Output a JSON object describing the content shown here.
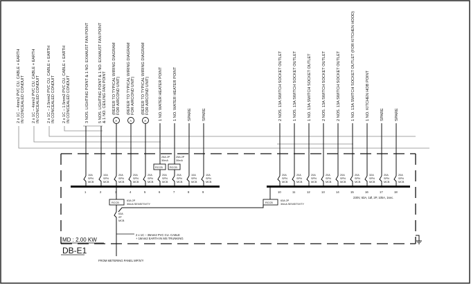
{
  "board": {
    "name": "DB-E1",
    "max_demand": "MD : 2.00 KW",
    "rating": "230V, 63A, 1Ø, 2P, 10kA, 1sec.",
    "incoming": "FROM METERING PANEL MP/X/Y",
    "incoming_cable_line1": "2 x 1C – 35mm2 PVC CU. CABLE",
    "incoming_cable_line2": "+ 16mm2 EARTH IN MS TRUNKING",
    "main_mcb": [
      "63A",
      "2P",
      "MCB"
    ],
    "rccb_left": {
      "label": "RCCB",
      "rating": "63A 2P",
      "sens": "30mA SENSITIVITY"
    },
    "rccb_right": {
      "label": "RCCB",
      "rating": "63A 2P",
      "sens": "30mA SENSITIVITY"
    },
    "rccb_small": [
      {
        "label": "RCCB",
        "rating": "25A 2P",
        "sens": "30mA"
      },
      {
        "label": "RCCB",
        "rating": "25A 2P",
        "sens": "30mA"
      }
    ]
  },
  "cables": [
    {
      "text1": "2 x 1C – 4mm2 PVC CU. CABLE + EARTH",
      "text2": "IN CONCEALED CONDUIT"
    },
    {
      "text1": "2 x 1C – 4mm2 PVC CU. CABLE + EARTH",
      "text2": "IN CONCEALED CONDUIT"
    },
    {
      "text1": "2 x 1C – 2.5mm2 PVC CU. CABLE + EARTH",
      "text2": "IN CONCEALED CONDUIT"
    },
    {
      "text1": "2 x 1C – 1.5mm2 PVC CU. CABLE + EARTH",
      "text2": "IN CONCEALED CONDUIT"
    }
  ],
  "circuits_left": [
    {
      "no": "1",
      "breaker": [
        "10A",
        "SPN",
        "MCB"
      ],
      "desc1": "3 NOS. LIGHTING POINT & 1 NO. EXHAUST FAN POINT",
      "desc2": ""
    },
    {
      "no": "2",
      "breaker": [
        "10A",
        "SPN",
        "MCB"
      ],
      "desc1": "5 NOS. LIGHTING POINT & 1 NO. EXHAUST FAN POINT",
      "desc2": "& 1 NO. CEILING FAN POINT"
    },
    {
      "no": "3",
      "breaker": [
        "20A",
        "SPN",
        "MCB"
      ],
      "desc1": "(REFER TO TYPICAL WIRING DIAGRAM",
      "desc2": "FOR AIRCOND UNIT)",
      "marker": "A"
    },
    {
      "no": "4",
      "breaker": [
        "20A",
        "SPN",
        "MCB"
      ],
      "desc1": "(REFER TO TYPICAL WIRING DIAGRAM",
      "desc2": "FOR AIRCOND UNIT)",
      "marker": "A"
    },
    {
      "no": "5",
      "breaker": [
        "20A",
        "SPN",
        "MCB"
      ],
      "desc1": "(REFER TO TYPICAL WIRING DIAGRAM",
      "desc2": "FOR AIRCOND UNIT)",
      "marker": "A"
    },
    {
      "no": "6",
      "breaker": [
        "20A",
        "SPN",
        "MCB"
      ],
      "desc1": "1 NO. WATER HEATER POINT",
      "desc2": ""
    },
    {
      "no": "7",
      "breaker": [
        "20A",
        "SPN",
        "MCB"
      ],
      "desc1": "1 NO. WATER HEATER POINT",
      "desc2": ""
    },
    {
      "no": "8",
      "breaker": [
        "10A",
        "SPN",
        "MCB"
      ],
      "desc1": "SPARE",
      "desc2": ""
    },
    {
      "no": "9",
      "breaker": [
        "10A",
        "SPN",
        "MCB"
      ],
      "desc1": "SPARE",
      "desc2": ""
    }
  ],
  "circuits_right": [
    {
      "no": "10",
      "breaker": [
        "20A",
        "SPN",
        "MCB"
      ],
      "desc1": "2 NOS. 13A SWITCH SOCKET OUTLET"
    },
    {
      "no": "11",
      "breaker": [
        "20A",
        "SPN",
        "MCB"
      ],
      "desc1": "1 NOS. 13A SWITCH SOCKET OUTLET"
    },
    {
      "no": "12",
      "breaker": [
        "20A",
        "SPN",
        "MCB"
      ],
      "desc1": "1 NO. 13A SWITCH SOCKET OUTLET"
    },
    {
      "no": "13",
      "breaker": [
        "20A",
        "SPN",
        "MCB"
      ],
      "desc1": "2 NOS. 13A SWITCH SOCKET OUTLET"
    },
    {
      "no": "14",
      "breaker": [
        "20A",
        "SPN",
        "MCB"
      ],
      "desc1": "2 NOS. 13A SWITCH SOCKET OUTLET"
    },
    {
      "no": "15",
      "breaker": [
        "20A",
        "SPN",
        "MCB"
      ],
      "desc1": "1 NO. 13A SWITCH SOCKET OUTLET (FOR KITCHEN HOOD)"
    },
    {
      "no": "16",
      "breaker": [
        "32A",
        "SPN",
        "MCB"
      ],
      "desc1": "1 NO. KITCHEN HOB POINT"
    },
    {
      "no": "17",
      "breaker": [
        "20A",
        "SPN",
        "MCB"
      ],
      "desc1": "SPARE"
    },
    {
      "no": "18",
      "breaker": [
        "20A",
        "SPN",
        "MCB"
      ],
      "desc1": "SPARE"
    }
  ]
}
